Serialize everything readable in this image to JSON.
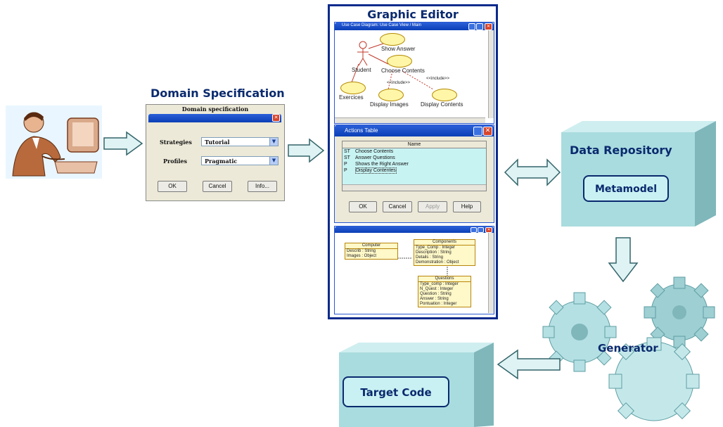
{
  "headings": {
    "domain_spec": "Domain Specification",
    "graphic_editor": "Graphic Editor",
    "data_repository": "Data Repository",
    "metamodel": "Metamodel",
    "generator": "Generator",
    "target_code": "Target Code"
  },
  "domain_dialog": {
    "title": "Domain specification",
    "strategies_label": "Strategies",
    "strategies_value": "Tutorial",
    "profiles_label": "Profiles",
    "profiles_value": "Pragmatic",
    "ok": "OK",
    "cancel": "Cancel",
    "info": "Info..."
  },
  "use_case_window": {
    "title": "Use Case Diagram: Use Case View / Main",
    "actor": "Student",
    "use_cases": [
      "Show Answer",
      "Choose Contents",
      "Exercices",
      "Display Images",
      "Display Contents"
    ],
    "include_labels": [
      "<<include>>",
      "<<include>>"
    ]
  },
  "actions_window": {
    "title": "Actions Table",
    "column": "Name",
    "rows": [
      {
        "type": "ST",
        "name": "Choose Contents"
      },
      {
        "type": "ST",
        "name": "Answer Questions"
      },
      {
        "type": "P",
        "name": "Shows the Right Answer"
      },
      {
        "type": "P",
        "name": "Display Contentes"
      }
    ],
    "ok": "OK",
    "cancel": "Cancel",
    "apply": "Apply",
    "help": "Help"
  },
  "class_window": {
    "classes": [
      {
        "name": "Computer",
        "attrs": [
          "Describ : String",
          "Images : Object"
        ]
      },
      {
        "name": "Components",
        "attrs": [
          "Type_Comp : Integer",
          "Description : String",
          "Details : String",
          "Demonstration : Object"
        ]
      },
      {
        "name": "Questions",
        "attrs": [
          "Type_comp : Integer",
          "N_Quest : Integer",
          "Question : String",
          "Answer : String",
          "Pontuation : Integer"
        ]
      }
    ]
  },
  "colors": {
    "heading": "#0a2a6e",
    "box_front": "#a9dcdf",
    "arrow_fill": "#dff3f4",
    "editor_border": "#0b2a8c",
    "uml_fill": "#fff8c8"
  }
}
